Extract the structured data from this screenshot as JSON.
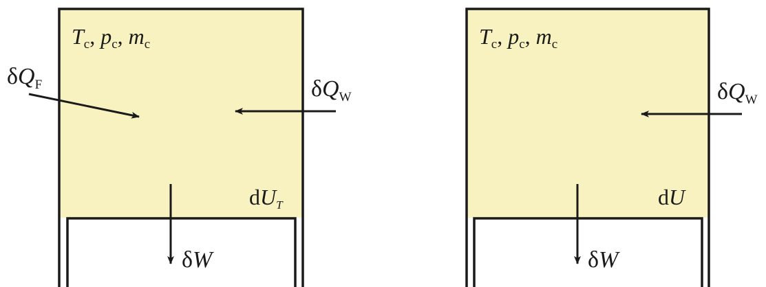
{
  "colors": {
    "gas_fill": "#f7f2bf",
    "wall": "#1a1a1a",
    "background": "#ffffff"
  },
  "left_panel": {
    "state_T": "T",
    "state_p": "p",
    "state_m": "m",
    "state_sub": "c",
    "heat_fuel_delta": "δ",
    "heat_fuel_symbol": "Q",
    "heat_fuel_sub": "F",
    "heat_wall_delta": "δ",
    "heat_wall_symbol": "Q",
    "heat_wall_sub": "W",
    "energy_d": "d",
    "energy_symbol": "U",
    "energy_sub": "T",
    "work_delta": "δ",
    "work_symbol": "W"
  },
  "right_panel": {
    "state_T": "T",
    "state_p": "p",
    "state_m": "m",
    "state_sub": "c",
    "heat_wall_delta": "δ",
    "heat_wall_symbol": "Q",
    "heat_wall_sub": "W",
    "energy_d": "d",
    "energy_symbol": "U",
    "work_delta": "δ",
    "work_symbol": "W"
  }
}
